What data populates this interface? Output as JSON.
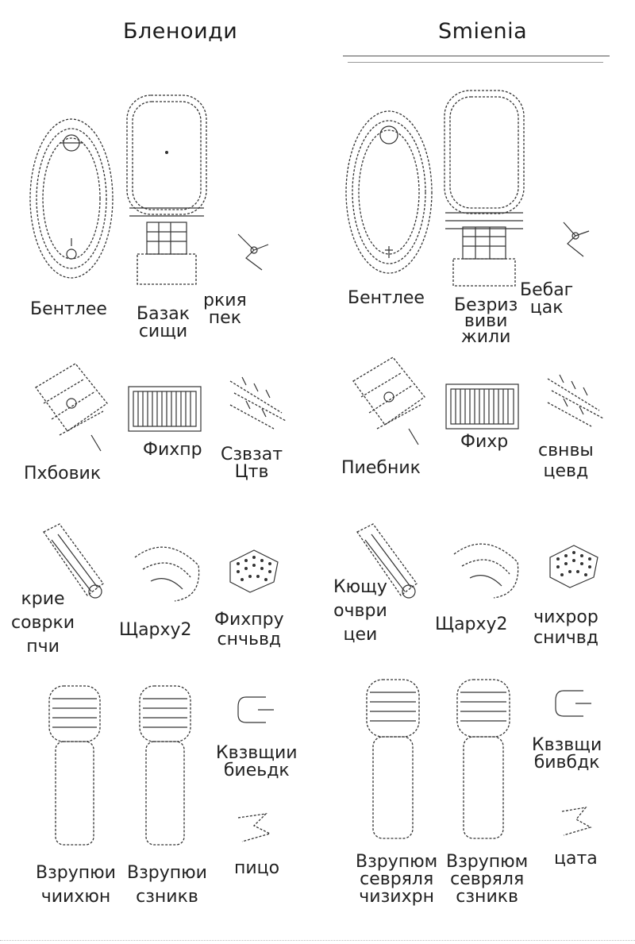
{
  "headers": {
    "left": "Бленоиди",
    "right": "Smienia"
  },
  "left": {
    "row1": {
      "a": "Бентлее",
      "b1": "Базак",
      "b2": "сищи",
      "c1": "ркия",
      "c2": "пек"
    },
    "row2": {
      "a": "Пхбовик",
      "b": "Фихпр",
      "c1": "Сзвзат",
      "c2": "Цтв"
    },
    "row3": {
      "a1": "крие",
      "a2": "соврки",
      "a3": "пчи",
      "b": "Щарху2",
      "c1": "Фихпру",
      "c2": "снчьвд"
    },
    "row4": {
      "a1": "Взрупюи",
      "a2": "чиихюн",
      "b1": "Взрупюи",
      "b2": "сзникв",
      "c1": "Квзвщии",
      "c2": "биеьдк",
      "d": "пицо"
    }
  },
  "right": {
    "row1": {
      "a": "Бентлее",
      "b1": "Безриз",
      "b2": "виви",
      "b3": "жили",
      "c1": "Бебаг",
      "c2": "цак"
    },
    "row2": {
      "a": "Пиебник",
      "b": "Фихр",
      "c1": "свнвы",
      "c2": "цевд"
    },
    "row3": {
      "a1": "Кющу",
      "a2": "очври",
      "a3": "цеи",
      "b": "Щарху2",
      "c1": "чихрор",
      "c2": "сничвд"
    },
    "row4": {
      "a1": "Взрупюм",
      "a2": "севряля",
      "a3": "чизихрн",
      "b1": "Взрупюм",
      "b2": "севряля",
      "b3": "сзникв",
      "c1": "Квзвщи",
      "c2": "бивбдк",
      "d": "цата"
    }
  }
}
